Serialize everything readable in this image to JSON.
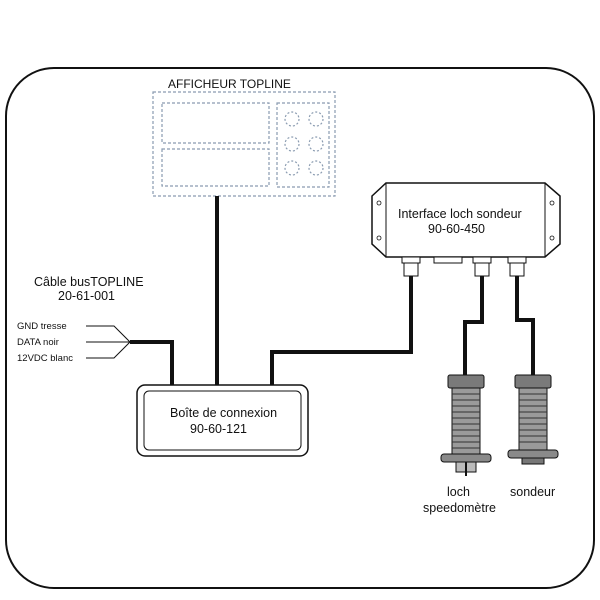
{
  "display": {
    "title": "AFFICHEUR TOPLINE"
  },
  "bus_cable": {
    "title": "Câble busTOPLINE",
    "ref": "20-61-001",
    "wires": [
      "GND tresse",
      "DATA noir",
      "12VDC blanc"
    ]
  },
  "junction_box": {
    "title": "Boîte de connexion",
    "ref": "90-60-121"
  },
  "interface": {
    "title": "Interface loch sondeur",
    "ref": "90-60-450"
  },
  "sensors": {
    "loch_line1": "loch",
    "loch_line2": "speedomètre",
    "sondeur": "sondeur"
  },
  "colors": {
    "line": "#111111",
    "dashed": "#8a9bb0",
    "sensor_body": "#9a9a9a"
  }
}
